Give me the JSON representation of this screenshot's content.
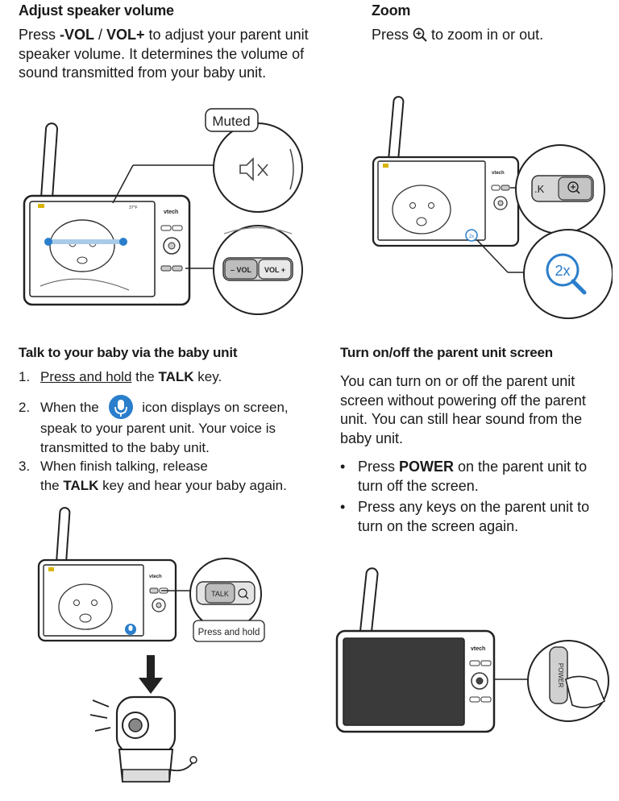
{
  "volume_section": {
    "title": "Adjust speaker volume",
    "text_pre": "Press ",
    "key_minus": "-VOL",
    "text_sep": " / ",
    "key_plus": "VOL+",
    "text_line1_rest": " to adjust your parent unit",
    "text_line2": "speaker volume. It determines the volume of",
    "text_line3": "sound transmitted from your baby unit.",
    "callout_muted": "Muted",
    "vol_minus_label": "– VOL",
    "vol_plus_label": "VOL +"
  },
  "zoom_section": {
    "title": "Zoom",
    "text_pre": "Press ",
    "text_post": " to zoom in or out.",
    "zoom_badge": "2x",
    "key_fragment": ".K"
  },
  "talk_section": {
    "title": "Talk to your baby via the baby unit",
    "steps": [
      {
        "num": "1.",
        "link": "Press and hold",
        "mid": " the ",
        "key": "TALK",
        "end": " key."
      },
      {
        "num": "2.",
        "pre": "When the ",
        "post": " icon displays on screen,",
        "line2": "speak to your parent unit. Your voice is",
        "line3": "transmitted to the baby unit."
      },
      {
        "num": "3.",
        "line1": "When finish talking, release",
        "pre2": "the ",
        "key": "TALK",
        "end2": " key and hear your baby again."
      }
    ],
    "talk_key_label": "TALK",
    "callout_press_hold": "Press and hold"
  },
  "power_section": {
    "title": "Turn on/off the parent unit screen",
    "para_lines": [
      "You can turn on or off the parent unit",
      "screen without powering off the parent",
      "unit. You can still hear sound from the",
      "baby unit."
    ],
    "bullets": [
      {
        "pre": "Press ",
        "key": "POWER",
        "post": " on the parent unit to",
        "line2": "turn off the screen."
      },
      {
        "line1": "Press any keys on the parent unit to",
        "line2": "turn on the screen again."
      }
    ],
    "power_label": "POWER"
  },
  "device": {
    "brand": "vtech",
    "temp_readout": "37°F"
  }
}
